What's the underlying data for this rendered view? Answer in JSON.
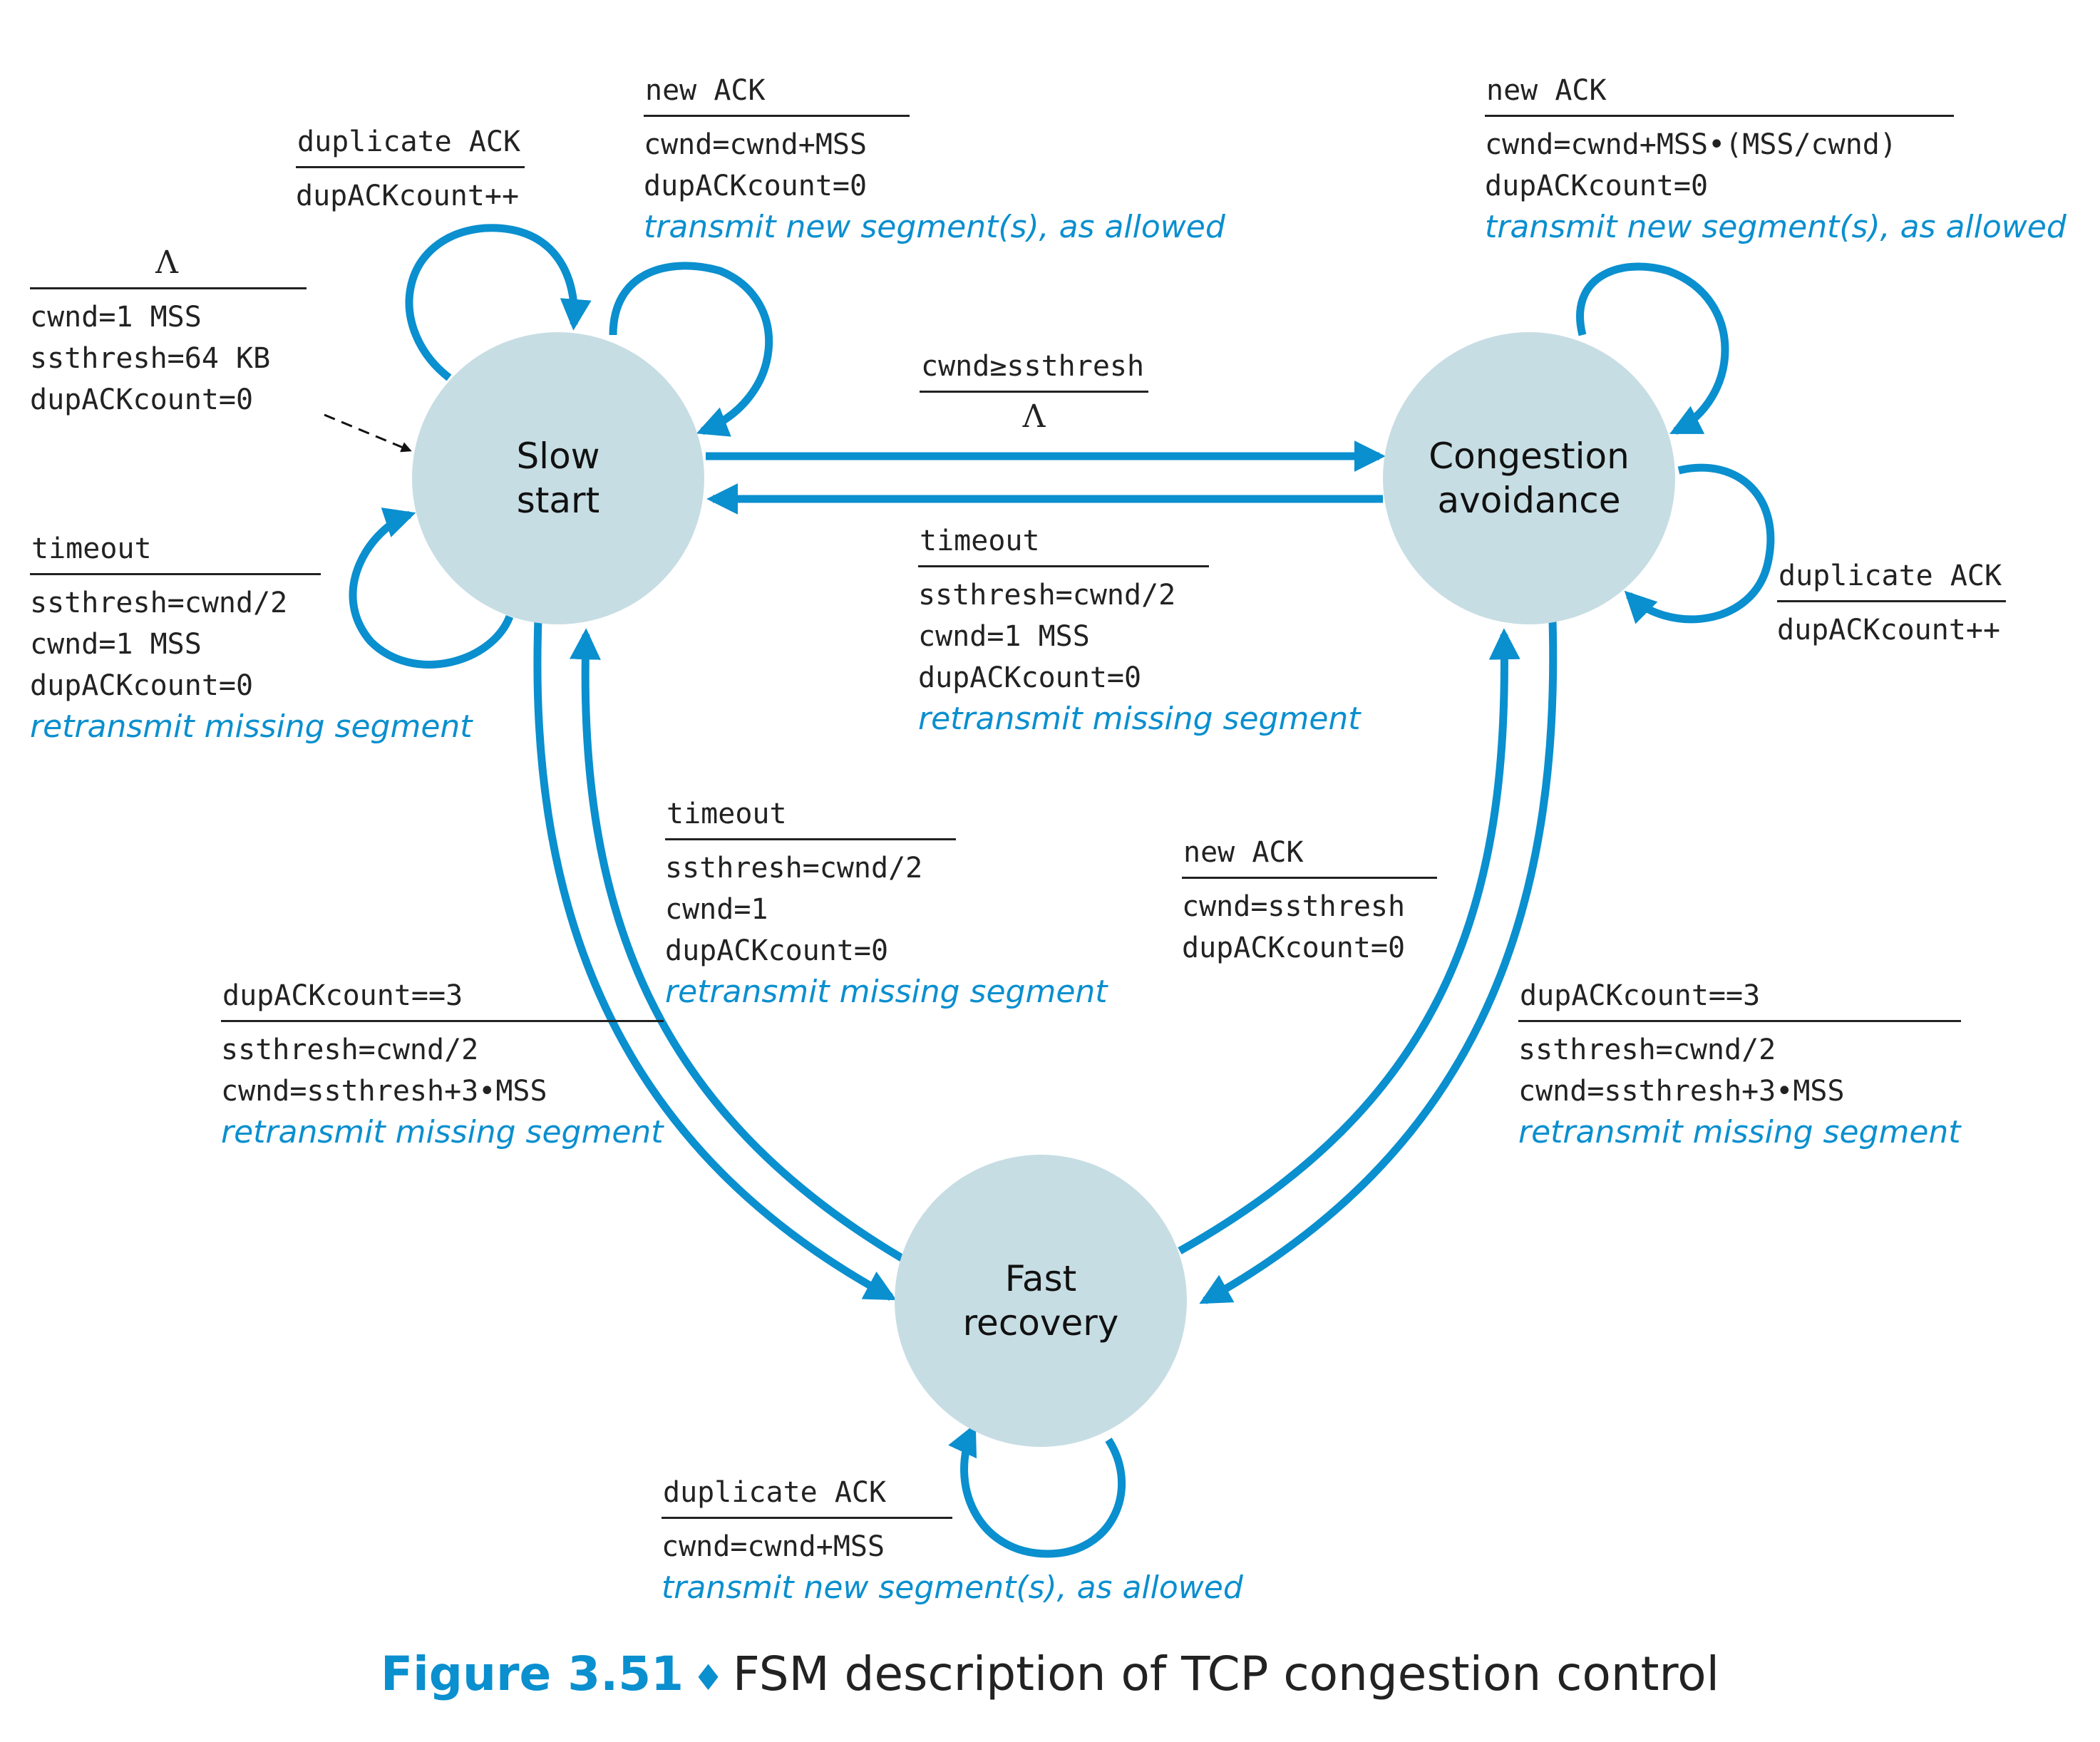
{
  "states": {
    "slow_start": [
      "Slow",
      "start"
    ],
    "congestion_avoidance": [
      "Congestion",
      "avoidance"
    ],
    "fast_recovery": [
      "Fast",
      "recovery"
    ]
  },
  "init": {
    "event": "Λ",
    "actions": [
      "cwnd=1 MSS",
      "ssthresh=64 KB",
      "dupACKcount=0"
    ]
  },
  "ss_dupack": {
    "event": "duplicate ACK",
    "actions": [
      "dupACKcount++"
    ]
  },
  "ss_newack": {
    "event": "new ACK",
    "actions": [
      "cwnd=cwnd+MSS",
      "dupACKcount=0"
    ],
    "note": "transmit new segment(s), as allowed"
  },
  "ss_timeout": {
    "event": "timeout",
    "actions": [
      "ssthresh=cwnd/2",
      "cwnd=1 MSS",
      "dupACKcount=0"
    ],
    "note": "retransmit missing segment"
  },
  "ss_to_ca": {
    "event": "cwnd≥ssthresh",
    "action": "Λ"
  },
  "ca_timeout": {
    "event": "timeout",
    "actions": [
      "ssthresh=cwnd/2",
      "cwnd=1 MSS",
      "dupACKcount=0"
    ],
    "note": "retransmit missing segment"
  },
  "ca_newack": {
    "event": "new ACK",
    "actions": [
      "cwnd=cwnd+MSS•(MSS/cwnd)",
      "dupACKcount=0"
    ],
    "note": "transmit new segment(s), as allowed"
  },
  "ca_dupack": {
    "event": "duplicate ACK",
    "actions": [
      "dupACKcount++"
    ]
  },
  "fr_timeout": {
    "event": "timeout",
    "actions": [
      "ssthresh=cwnd/2",
      "cwnd=1",
      "dupACKcount=0"
    ],
    "note": "retransmit missing segment"
  },
  "ss_to_fr": {
    "event": "dupACKcount==3",
    "actions": [
      "ssthresh=cwnd/2",
      "cwnd=ssthresh+3•MSS"
    ],
    "note": "retransmit missing segment"
  },
  "fr_newack": {
    "event": "new ACK",
    "actions": [
      "cwnd=ssthresh",
      "dupACKcount=0"
    ]
  },
  "ca_to_fr": {
    "event": "dupACKcount==3",
    "actions": [
      "ssthresh=cwnd/2",
      "cwnd=ssthresh+3•MSS"
    ],
    "note": "retransmit missing segment"
  },
  "fr_dupack": {
    "event": "duplicate ACK",
    "actions": [
      "cwnd=cwnd+MSS"
    ],
    "note": "transmit new segment(s), as allowed"
  },
  "caption": {
    "number": "Figure 3.51",
    "symbol": "♦",
    "text": "FSM description of TCP congestion control"
  },
  "colors": {
    "arrow": "#0a8fcf",
    "state_fill": "#c7dde4",
    "text": "#222222"
  }
}
